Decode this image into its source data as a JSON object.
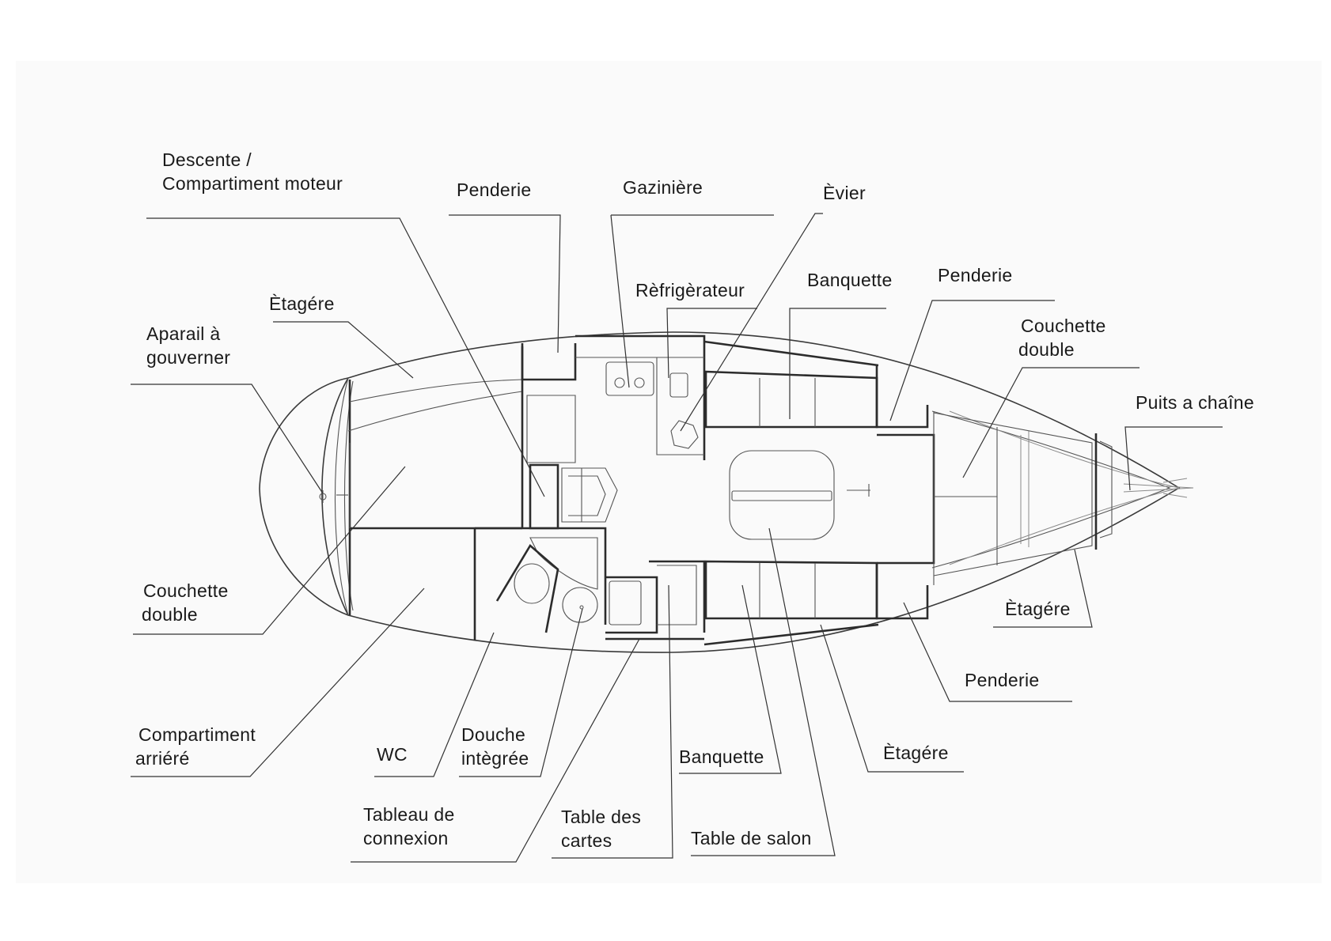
{
  "labels": {
    "descente": [
      "Descente /",
      "Compartiment moteur"
    ],
    "penderie_top": "Penderie",
    "gaziniere": "Gazinière",
    "evier": "Èvier",
    "etagere_top_left": "Ètagére",
    "aparail": [
      "Aparail à",
      "gouverner"
    ],
    "refrigerateur": "Rèfrigèrateur",
    "banquette_top": "Banquette",
    "penderie_top_right": "Penderie",
    "couchette_bow": [
      "Couchette",
      "double"
    ],
    "puits": "Puits a chaîne",
    "couchette_stern": [
      "Couchette",
      "double"
    ],
    "etagere_bow": "Ètagére",
    "penderie_bottom": "Penderie",
    "compartiment_arriere": [
      "Compartiment",
      "arriéré"
    ],
    "wc": "WC",
    "douche": [
      "Douche",
      "intègrée"
    ],
    "banquette_bottom": "Banquette",
    "etagere_bottom": "Ètagére",
    "tableau": [
      "Tableau de",
      "connexion"
    ],
    "table_cartes": [
      "Table des",
      "cartes"
    ],
    "table_salon": "Table de salon"
  }
}
